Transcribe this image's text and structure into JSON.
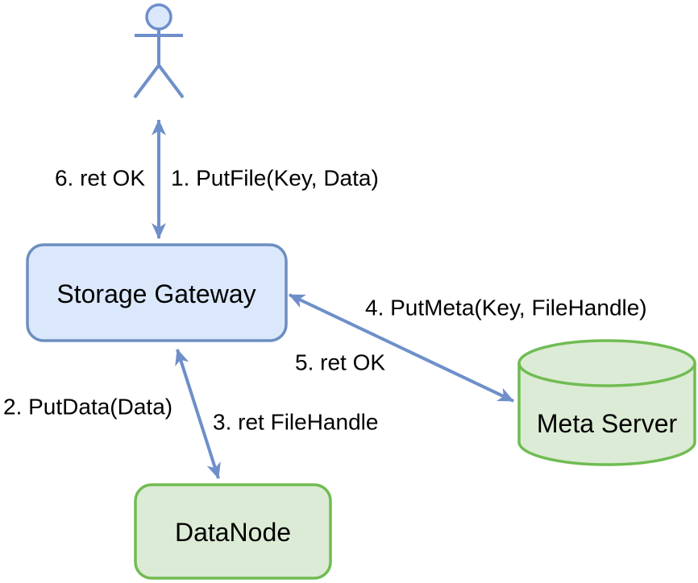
{
  "title": "PutFile storage flow diagram",
  "colors": {
    "blue_fill": "#dbe8fc",
    "blue_stroke": "#6c8ebf",
    "green_fill": "#dcebd5",
    "green_stroke": "#70bc52",
    "arrow": "#6e8fca",
    "label_text": "#000000"
  },
  "nodes": {
    "actor": "client-user",
    "storage_gateway": "Storage Gateway",
    "meta_server": "Meta Server",
    "data_node": "DataNode"
  },
  "labels": {
    "putfile_1": "1. PutFile(Key, Data)",
    "putdata_2": "2. PutData(Data)",
    "ret_filehandle_3": "3. ret FileHandle",
    "putmeta_4": "4. PutMeta(Key, FileHandle)",
    "ret_ok_5": "5. ret OK",
    "ret_ok_6": "6. ret OK"
  },
  "edges": [
    {
      "from": "actor",
      "to": "storage_gateway",
      "bidirectional": true,
      "labels": [
        "1. PutFile(Key, Data)",
        "6. ret OK"
      ]
    },
    {
      "from": "storage_gateway",
      "to": "data_node",
      "bidirectional": true,
      "labels": [
        "2. PutData(Data)",
        "3. ret FileHandle"
      ]
    },
    {
      "from": "storage_gateway",
      "to": "meta_server",
      "bidirectional": true,
      "labels": [
        "4. PutMeta(Key, FileHandle)",
        "5. ret OK"
      ]
    }
  ]
}
